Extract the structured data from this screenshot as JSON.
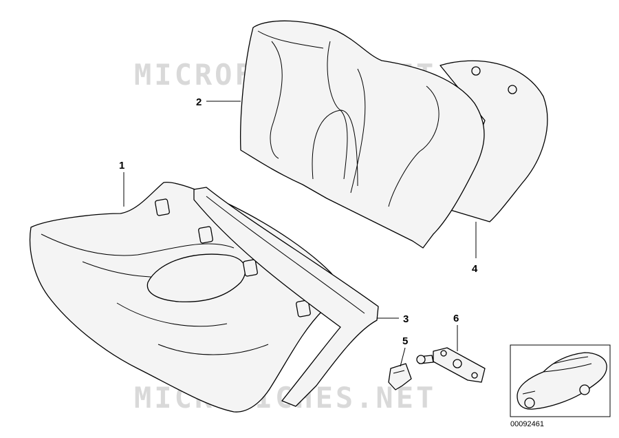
{
  "watermark": {
    "top": "MICROFICHES.NET",
    "bottom": "MICROFICHES.NET"
  },
  "callouts": [
    {
      "id": "1",
      "label": "1"
    },
    {
      "id": "2",
      "label": "2"
    },
    {
      "id": "3",
      "label": "3"
    },
    {
      "id": "4",
      "label": "4"
    },
    {
      "id": "5",
      "label": "5"
    },
    {
      "id": "6",
      "label": "6"
    }
  ],
  "inset": {
    "reference_number": "00092461",
    "icon": "car-thumbnail-icon"
  },
  "colors": {
    "line": "#000000",
    "fill": "#f4f4f4",
    "watermark": "#d9d9d9"
  }
}
